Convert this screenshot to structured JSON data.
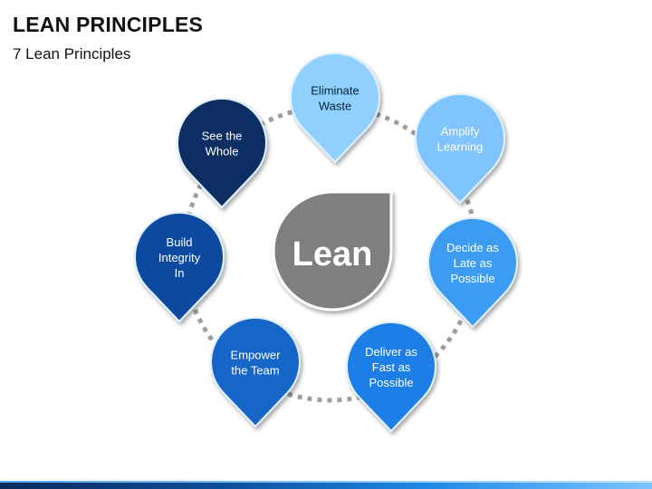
{
  "title": "LEAN PRINCIPLES",
  "subtitle": "7 Lean Principles",
  "center_label": "Lean",
  "colors": {
    "center": "#7f7f7f",
    "connector": "#9e9e9e"
  },
  "principles": [
    {
      "lines": [
        "Eliminate",
        "Waste"
      ],
      "fill": "#8fd0ff",
      "text_color": "#0b1f33"
    },
    {
      "lines": [
        "Amplify",
        "Learning"
      ],
      "fill": "#7fc3ff",
      "text_color": "#ffffff"
    },
    {
      "lines": [
        "Decide as",
        "Late as",
        "Possible"
      ],
      "fill": "#3a9cf2",
      "text_color": "#ffffff"
    },
    {
      "lines": [
        "Deliver as",
        "Fast as",
        "Possible"
      ],
      "fill": "#1c7ee6",
      "text_color": "#ffffff"
    },
    {
      "lines": [
        "Empower",
        "the Team"
      ],
      "fill": "#1666c8",
      "text_color": "#ffffff"
    },
    {
      "lines": [
        "Build",
        "Integrity",
        "In"
      ],
      "fill": "#0d4a9e",
      "text_color": "#ffffff"
    },
    {
      "lines": [
        "See the",
        "Whole"
      ],
      "fill": "#0a2e63",
      "text_color": "#ffffff"
    }
  ]
}
